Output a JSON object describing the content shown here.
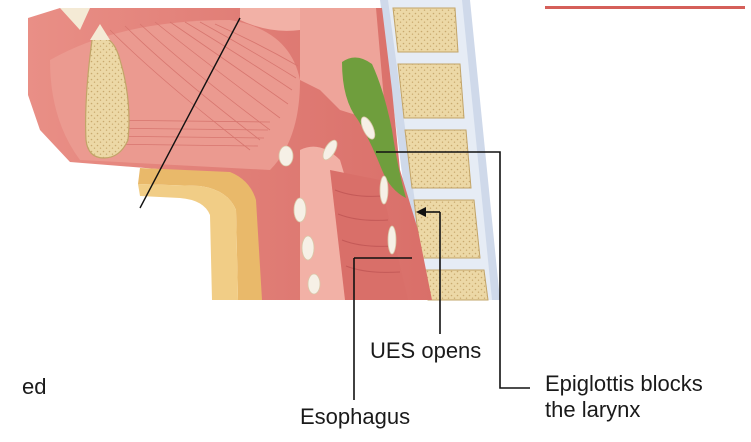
{
  "labels": {
    "ues_opens": "UES opens",
    "esophagus": "Esophagus",
    "epiglottis_line1": "Epiglottis blocks",
    "epiglottis_line2": "the larynx",
    "cut_off_text": "ed"
  },
  "colors": {
    "tissue_pink": "#e8857e",
    "tissue_light": "#f2b1a6",
    "tissue_dark": "#c95f5c",
    "bone": "#ecd8a6",
    "bone_dots": "#c9a96e",
    "cartilage": "#f6f0e6",
    "fat_yellow": "#e9b96a",
    "epiglottis_green": "#6f9e3d",
    "spine_blue": "#cfd9ea",
    "leader_line": "#111111"
  }
}
